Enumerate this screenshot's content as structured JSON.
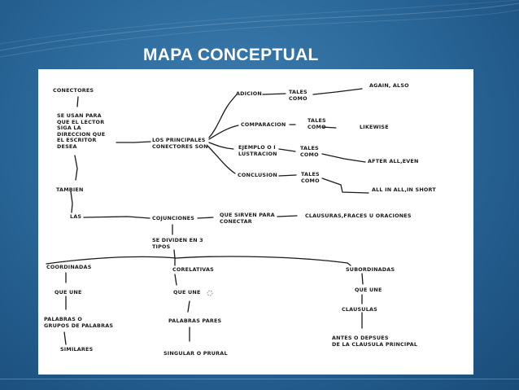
{
  "slide": {
    "title": "MAPA CONCEPTUAL"
  },
  "nodes": {
    "conectores": "CONECTORES",
    "se_usan_para": "SE USAN PARA\nQUE EL LECTOR\nSIGA LA\nDIRECCION QUE\nEL ESCRITOR\nDESEA",
    "tambien": "TAMBIEN",
    "las": "LAS",
    "los_principales": "LOS PRINCIPALES\nCONECTORES SON",
    "adicion": "ADICION",
    "tales_como_1": "TALES\nCOMO",
    "again_also": "AGAIN, ALSO",
    "comparacion": "COMPARACION",
    "tales_como_2": "TALES\nCOMO",
    "likewise": "LIKEWISE",
    "ejemplo": "EJEMPLO O I\nLUSTRACION",
    "tales_como_3": "TALES\nCOMO",
    "after_all": "AFTER ALL,EVEN",
    "conclusion": "CONCLUSION",
    "tales_como_4": "TALES\nCOMO",
    "all_in_all": "ALL IN ALL,IN SHORT",
    "cojunciones": "COJUNCIONES",
    "que_sirven": "QUE SIRVEN PARA\nCONECTAR",
    "clausuras": "CLAUSURAS,FRACES U ORACIONES",
    "se_dividen": "SE DIVIDEN EN 3\nTIPOS",
    "coordinadas": "COORDINADAS",
    "que_une_1": "QUE UNE",
    "palabras_o_grupos": "PALABRAS O\nGRUPOS DE PALABRAS",
    "similares": "SIMILARES",
    "corelativas": "CORELATIVAS",
    "que_une_2": "QUE UNE",
    "palabras_pares": "PALABRAS PARES",
    "singular_o_prural": "SINGULAR O PRURAL",
    "subordinadas": "SUBORDINADAS",
    "que_une_3": "QUE UNE",
    "clausulas": "CLAUSULAS",
    "antes_o_despues": "ANTES O DEPSUES\nDE LA CLAUSULA PRINCIPAL"
  },
  "colors": {
    "background_dark": "#1f5686",
    "background_light": "#3f7fb0",
    "title_text": "#ffffff",
    "panel": "#ffffff",
    "ink": "#1a1a1a"
  }
}
